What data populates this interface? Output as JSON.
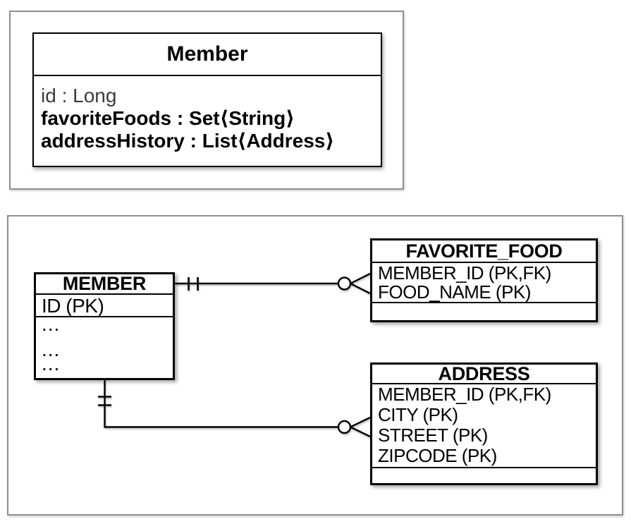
{
  "uml_class": {
    "title": "Member",
    "attributes": [
      "id : Long",
      "favoriteFoods : Set⟨String⟩",
      "addressHistory : List⟨Address⟩"
    ]
  },
  "erd": {
    "member": {
      "title": "MEMBER",
      "key_row": "ID (PK)",
      "ellipsis_rows": [
        "...",
        "...",
        "..."
      ]
    },
    "favorite_food": {
      "title": "FAVORITE_FOOD",
      "rows": [
        "MEMBER_ID (PK,FK)",
        "FOOD_NAME (PK)"
      ]
    },
    "address": {
      "title": "ADDRESS",
      "rows": [
        "MEMBER_ID (PK,FK)",
        "CITY (PK)",
        "STREET (PK)",
        "ZIPCODE (PK)"
      ]
    },
    "relationships": [
      {
        "from": "MEMBER",
        "to": "FAVORITE_FOOD",
        "from_cardinality": "one-and-only-one",
        "to_cardinality": "zero-or-many"
      },
      {
        "from": "MEMBER",
        "to": "ADDRESS",
        "from_cardinality": "one-and-only-one",
        "to_cardinality": "zero-or-many"
      }
    ]
  },
  "colors": {
    "line": "#000000",
    "frame": "#8f8f8f",
    "muted_text": "#3c3c3c",
    "background": "#ffffff"
  }
}
